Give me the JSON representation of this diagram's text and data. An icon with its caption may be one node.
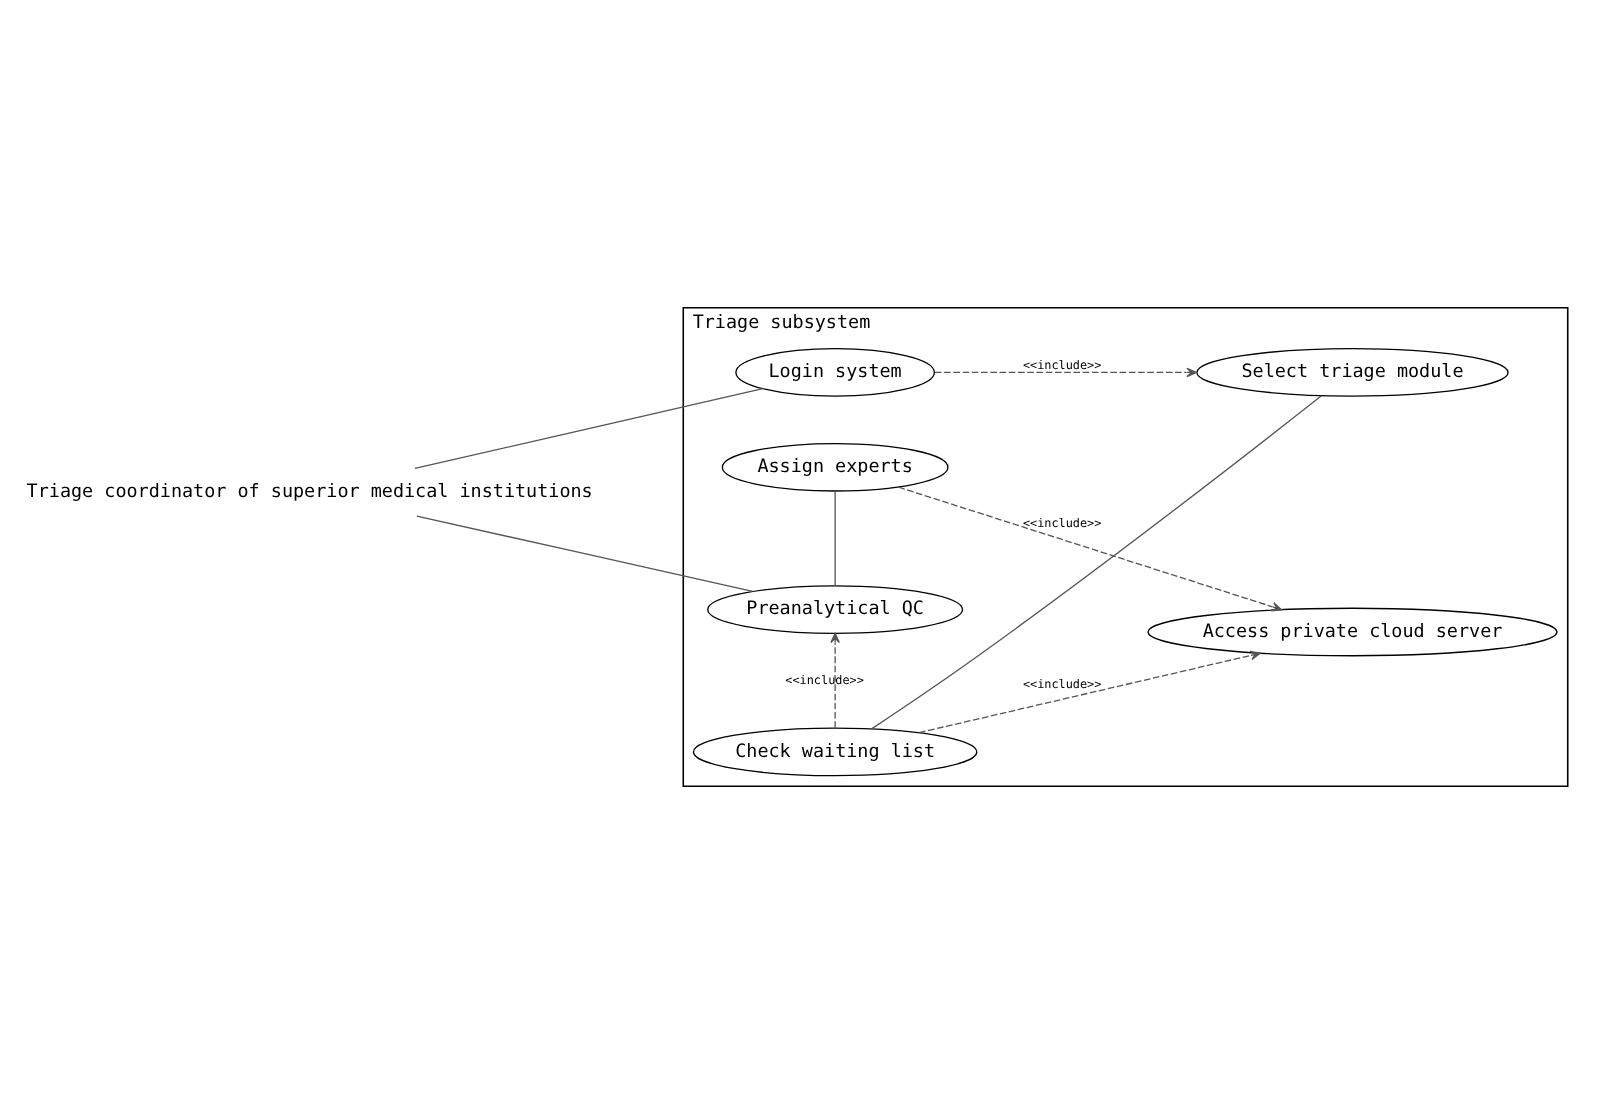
{
  "diagram": {
    "nodes": [
      {
        "text": [
          "Triage subsystem"
        ]
      },
      {
        "text": [
          "Triage coordinator of superior medical institutions"
        ]
      },
      {
        "text": [
          "Login system"
        ],
        "in": 0
      },
      {
        "text": [
          "Select triage module"
        ],
        "in": 0
      },
      {
        "text": [
          "Check waiting list"
        ],
        "in": 0
      },
      {
        "text": [
          "Access private cloud server"
        ],
        "in": 0
      },
      {
        "text": [
          "Preanalytical QC"
        ],
        "in": 0
      },
      {
        "text": [
          "Assign experts"
        ],
        "in": 0
      }
    ],
    "edges": [
      {
        "from": 1,
        "to": 2,
        "arrow": "none"
      },
      {
        "from": 1,
        "to": 6,
        "arrow": "none"
      },
      {
        "from": 2,
        "to": 3,
        "arrow": "to",
        "style": "dashed",
        "label": "<<include>>"
      },
      {
        "from": 3,
        "to": 4,
        "arrow": "none"
      },
      {
        "from": 4,
        "to": 6,
        "arrow": "to",
        "style": "dashed",
        "label": "<<include>>"
      },
      {
        "from": 4,
        "to": 5,
        "arrow": "to",
        "style": "dashed",
        "label": "<<include>>"
      },
      {
        "from": 6,
        "to": 7,
        "arrow": "none"
      },
      {
        "from": 7,
        "to": 5,
        "arrow": "to",
        "style": "dashed",
        "label": "<<include>>"
      }
    ]
  }
}
